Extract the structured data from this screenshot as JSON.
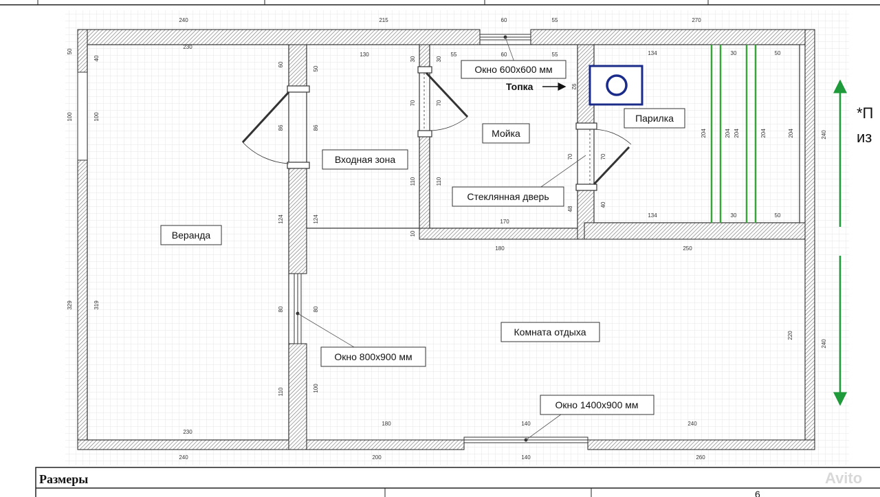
{
  "rooms": {
    "veranda": "Веранда",
    "entry": "Входная зона",
    "wash": "Мойка",
    "steam": "Парилка",
    "rest": "Комната отдыха"
  },
  "callouts": {
    "window_small": "Окно 600x600 мм",
    "stove": "Топка",
    "glass_door": "Стеклянная дверь",
    "window_mid": "Окно 800x900 мм",
    "window_big": "Окно 1400x900 мм"
  },
  "side_text": [
    "*П",
    "из"
  ],
  "table": {
    "header": "Размеры",
    "cell_value": "6"
  },
  "watermark": "Avito",
  "dims": {
    "top_outer": [
      "240",
      "215",
      "60",
      "55",
      "270"
    ],
    "top_inner": [
      "230",
      "130",
      "55",
      "60",
      "55",
      "134",
      "30",
      "50"
    ],
    "left_outer": [
      "50",
      "100",
      "329"
    ],
    "left_inner": [
      "40",
      "100",
      "319"
    ],
    "veranda_right": [
      "60",
      "86",
      "124",
      "80",
      "110"
    ],
    "entry_left": [
      "50",
      "86",
      "124",
      "80",
      "100"
    ],
    "wash_left": [
      "30",
      "70",
      "110",
      "10"
    ],
    "wash_inner": [
      "30",
      "70",
      "110"
    ],
    "wash_right": [
      "92",
      "70",
      "48"
    ],
    "steam_left": [
      "70",
      "40"
    ],
    "wash_bottom": "170",
    "steam_bottom": [
      "134",
      "30",
      "50"
    ],
    "steam_heights": [
      "204",
      "204",
      "204",
      "204",
      "204"
    ],
    "mid_horizontal": [
      "180",
      "250"
    ],
    "rest_right": "220",
    "right_outer": [
      "240",
      "240"
    ],
    "bottom_inner": [
      "230",
      "180",
      "140",
      "240"
    ],
    "bottom_outer": [
      "240",
      "200",
      "140",
      "260"
    ]
  }
}
